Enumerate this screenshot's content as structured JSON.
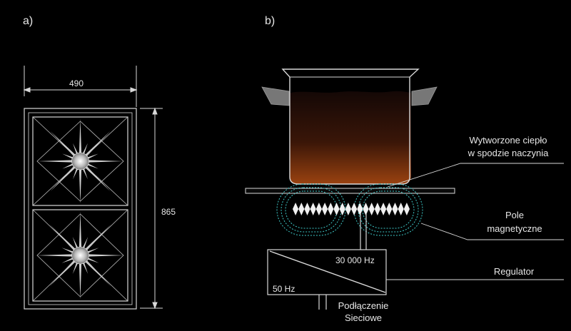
{
  "panel_a": {
    "label": "a)",
    "width_dim": "490",
    "height_dim": "865"
  },
  "panel_b": {
    "label": "b)",
    "heat_label_line1": "Wytworzone ciepło",
    "heat_label_line2": "w spodzie naczynia",
    "field_label_line1": "Pole",
    "field_label_line2": "magnetyczne",
    "freq_high": "30 000 Hz",
    "freq_low": "50 Hz",
    "regulator_label": "Regulator",
    "connection_line1": "Podłączenie",
    "connection_line2": "Sieciowe"
  },
  "colors": {
    "background": "#000000",
    "line": "#d8d8d8",
    "pot_hot": "#8a3a10",
    "pot_cool": "#1a0c08",
    "field": "#3ec9c9"
  }
}
